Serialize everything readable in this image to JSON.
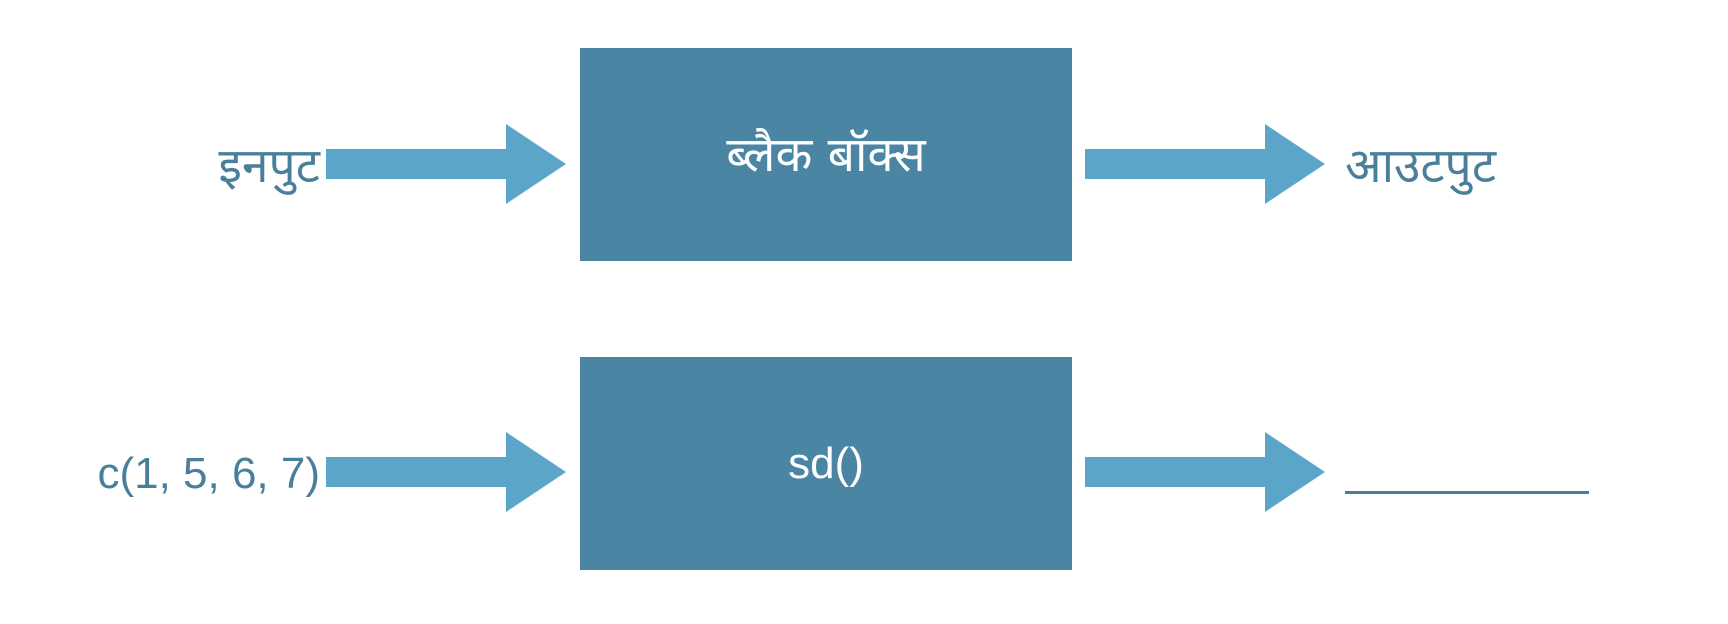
{
  "colors": {
    "box_fill": "#4a86a3",
    "arrow_fill": "#5ba6c8",
    "text": "#4a7f9c",
    "box_text": "#ffffff",
    "background": "#ffffff"
  },
  "rows": [
    {
      "input": "इनपुट",
      "box": "ब्लैक बॉक्स",
      "output": "आउटपुट"
    },
    {
      "input": "c(1, 5, 6, 7)",
      "box": "sd()",
      "output_blank": true
    }
  ],
  "icons": {
    "arrow": "right-arrow-icon"
  }
}
